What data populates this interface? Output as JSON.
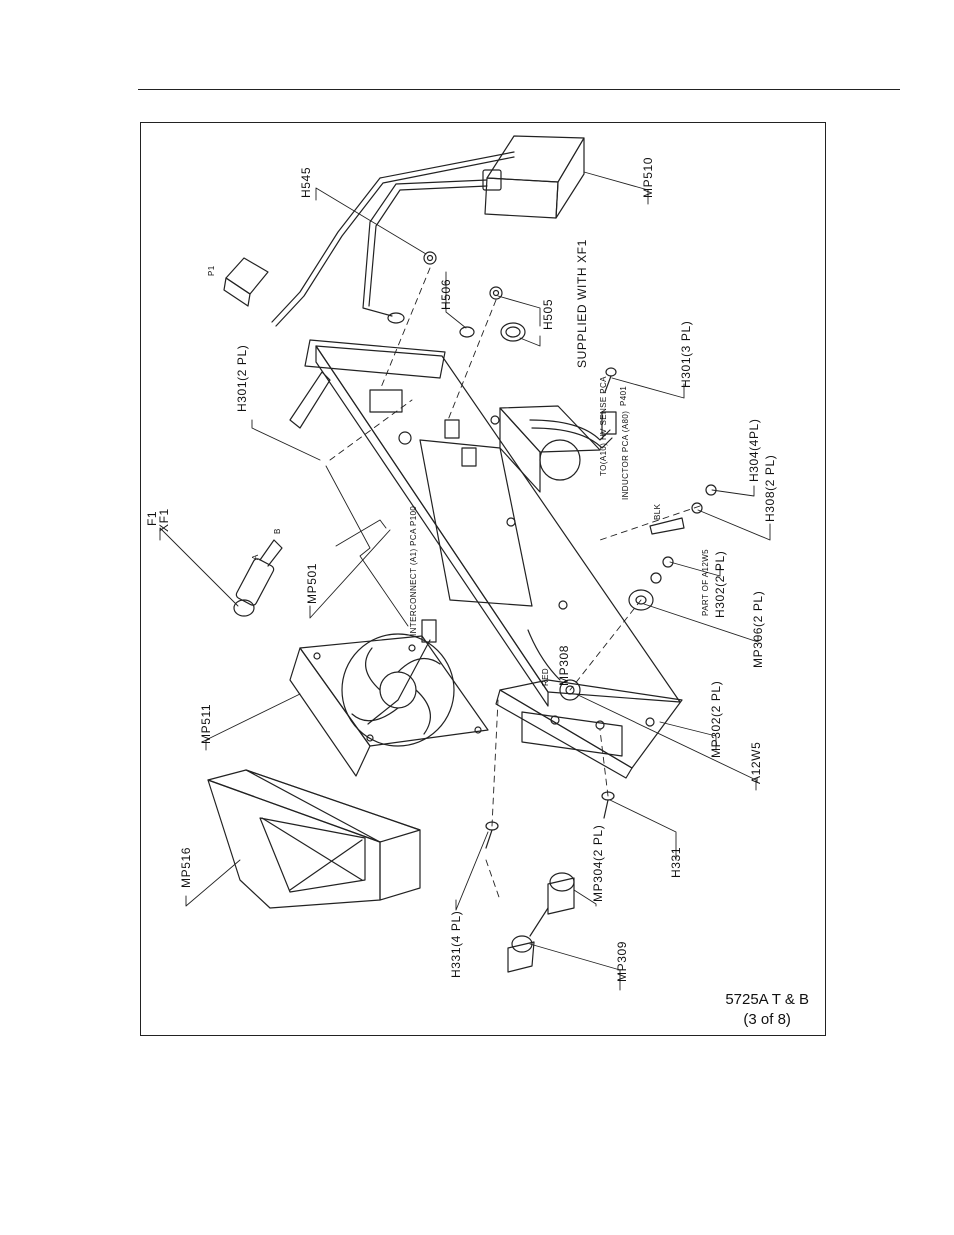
{
  "caption": {
    "line1": "5725A T & B",
    "line2": "(3 of 8)"
  },
  "labels": {
    "h545": "H545",
    "mp510": "MP510",
    "p1": "P1",
    "h506": "H506",
    "h505": "H505",
    "supplied_with_xf1": "SUPPLIED WITH XF1",
    "h301_2pl": "H301(2 PL)",
    "h301_3pl": "H301(3 PL)",
    "p401": "P401",
    "to_a10_hv_sense_pca": "TO(A10) HV SENSE PCA",
    "inductor_pca": "INDUCTOR PCA (A80)",
    "h304_4pl": "H304(4PL)",
    "h308_2pl": "H308(2 PL)",
    "f1": "F1",
    "xf1": "XF1",
    "mp501": "MP501",
    "interconnect": "INTERCONNECT (A1) PCA P100",
    "blk": "BLK",
    "part_of_a12w5": "PART OF A12W5",
    "h302_2pl": "H302(2 PL)",
    "mp306_2pl": "MP306(2 PL)",
    "mp308": "MP308",
    "red": "RED",
    "mp511": "MP511",
    "mp302_2pl": "MP302(2 PL)",
    "a12w5": "A12W5",
    "mp516": "MP516",
    "h331_4pl": "H331(4 PL)",
    "h331": "H331",
    "mp304_2pl": "MP304(2 PL)",
    "mp309": "MP309",
    "a": "A",
    "b": "B"
  }
}
